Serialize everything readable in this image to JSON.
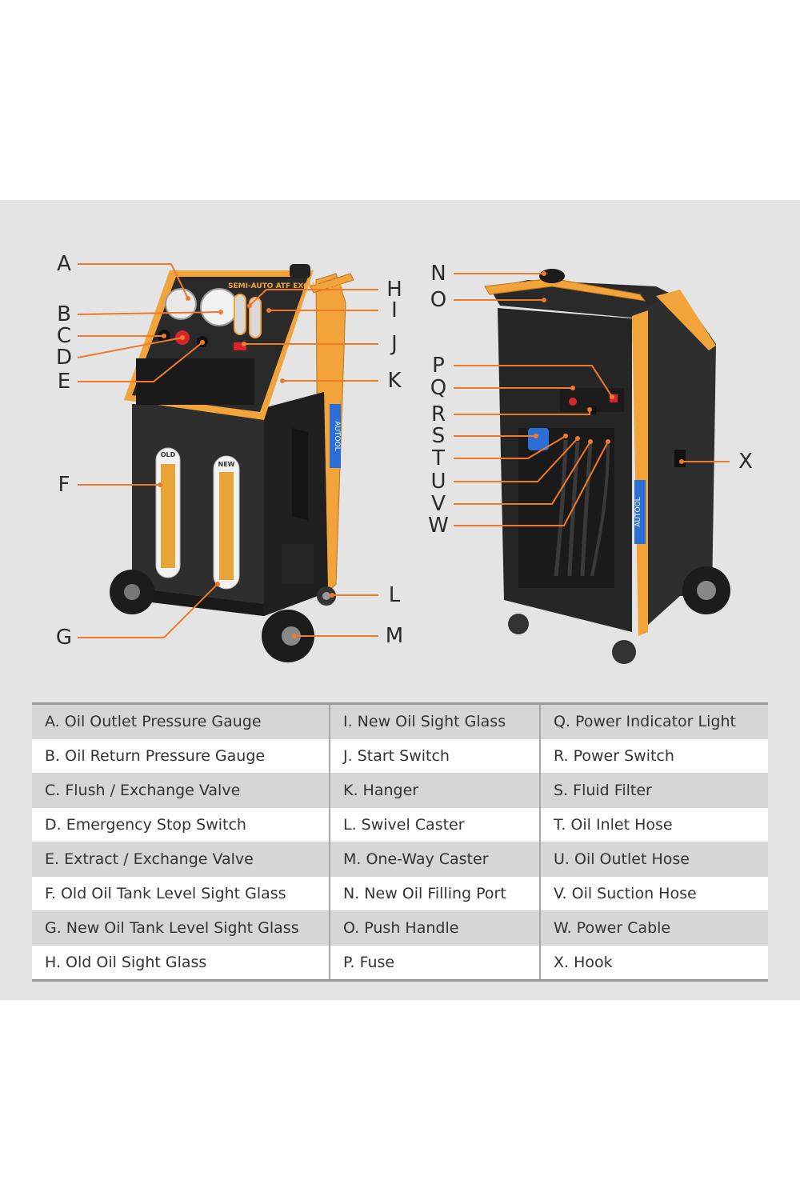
{
  "callout_labels": {
    "A": "A",
    "B": "B",
    "C": "C",
    "D": "D",
    "E": "E",
    "F": "F",
    "G": "G",
    "H": "H",
    "I": "I",
    "J": "J",
    "K": "K",
    "L": "L",
    "M": "M",
    "N": "N",
    "O": "O",
    "P": "P",
    "Q": "Q",
    "R": "R",
    "S": "S",
    "T": "T",
    "U": "U",
    "V": "V",
    "W": "W",
    "X": "X"
  },
  "machine": {
    "front_title": "SEMI-AUTO ATF EXCHANGER",
    "brand": "AUTOOL",
    "old_tank_label": "OLD",
    "new_tank_label": "NEW"
  },
  "legend": [
    [
      "A. Oil Outlet Pressure Gauge",
      "I. New Oil Sight Glass",
      "Q. Power Indicator Light"
    ],
    [
      "B. Oil Return Pressure Gauge",
      "J. Start Switch",
      "R. Power Switch"
    ],
    [
      "C. Flush / Exchange Valve",
      "K. Hanger",
      "S. Fluid Filter"
    ],
    [
      "D. Emergency Stop Switch",
      "L. Swivel Caster",
      "T. Oil Inlet Hose"
    ],
    [
      "E. Extract / Exchange Valve",
      "M. One-Way Caster",
      "U. Oil Outlet Hose"
    ],
    [
      "F. Old Oil Tank Level Sight Glass",
      "N. New Oil Filling Port",
      "V. Oil Suction Hose"
    ],
    [
      "G. New Oil Tank Level Sight Glass",
      "O. Push Handle",
      "W. Power Cable"
    ],
    [
      "H. Old Oil Sight Glass",
      "P. Fuse",
      "X. Hook"
    ]
  ],
  "colors": {
    "panel_bg": "#e4e4e4",
    "leader": "#f07a2a",
    "machine_orange": "#f2a33a",
    "machine_body": "#2b2b2b",
    "filter_blue": "#2b6fd6"
  }
}
